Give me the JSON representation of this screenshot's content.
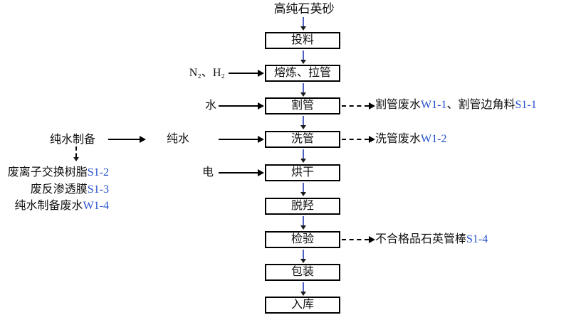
{
  "diagram_title": "高纯石英砂",
  "colors": {
    "code_text": "#2450cc",
    "line": "#000000",
    "connector_stem": "#5060c0"
  },
  "flow": {
    "steps": [
      {
        "label": "投料"
      },
      {
        "label": "熔炼、拉管"
      },
      {
        "label": "割管"
      },
      {
        "label": "洗管"
      },
      {
        "label": "烘干"
      },
      {
        "label": "脱羟"
      },
      {
        "label": "检验"
      },
      {
        "label": "包装"
      },
      {
        "label": "入库"
      }
    ]
  },
  "inputs": [
    {
      "label": "N₂、H₂",
      "feeds": "熔炼、拉管"
    },
    {
      "label": "水",
      "feeds": "割管"
    },
    {
      "label": "纯水",
      "feeds": "洗管"
    },
    {
      "label": "电",
      "feeds": "烘干"
    }
  ],
  "pure_water_prep": {
    "label": "纯水制备",
    "supplies": "纯水",
    "wastes": [
      {
        "name": "废离子交换树脂",
        "code": "S1-2"
      },
      {
        "name": "废反渗透膜",
        "code": "S1-3"
      },
      {
        "name": "纯水制备废水",
        "code": "W1-4"
      }
    ]
  },
  "outputs": [
    {
      "from": "割管",
      "parts": [
        "割管废水",
        "W1-1",
        "、割管边角料",
        "S1-1"
      ]
    },
    {
      "from": "洗管",
      "parts": [
        "洗管废水",
        "W1-2"
      ]
    },
    {
      "from": "检验",
      "parts": [
        "不合格品石英管棒",
        "S1-4"
      ]
    }
  ]
}
